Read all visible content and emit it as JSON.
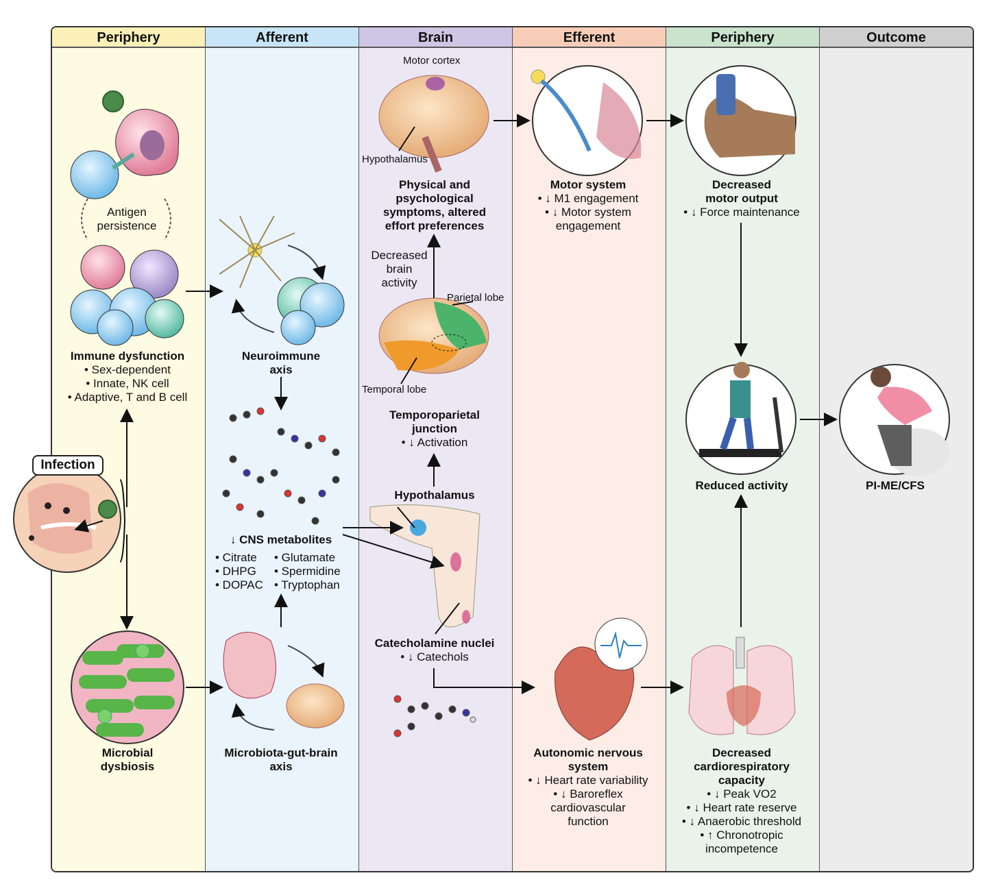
{
  "columns": [
    {
      "header": "Periphery",
      "bg": "#fefbe3",
      "hbg": "#fbf1b8"
    },
    {
      "header": "Afferent",
      "bg": "#eaf4fc",
      "hbg": "#c7e5f6"
    },
    {
      "header": "Brain",
      "bg": "#ebe8f4",
      "hbg": "#cfc6e5"
    },
    {
      "header": "Efferent",
      "bg": "#fdede6",
      "hbg": "#f7cdb8"
    },
    {
      "header": "Periphery",
      "bg": "#e9f3ea",
      "hbg": "#c9e3cc"
    },
    {
      "header": "Outcome",
      "bg": "#ececec",
      "hbg": "#cfcfcf"
    }
  ],
  "infection": "Infection",
  "antigen": [
    "Antigen",
    "persistence"
  ],
  "immune": {
    "title": "Immune dysfunction",
    "items": [
      "• Sex-dependent",
      "• Innate, NK cell",
      "• Adaptive, T and B cell"
    ]
  },
  "microbial": {
    "title": [
      "Microbial",
      "dysbiosis"
    ]
  },
  "neuroimmune": {
    "title": [
      "Neuroimmune",
      "axis"
    ]
  },
  "cns": {
    "title": "↓ CNS metabolites",
    "left": [
      "• Citrate",
      "• DHPG",
      "• DOPAC"
    ],
    "right": [
      "• Glutamate",
      "• Spermidine",
      "• Tryptophan"
    ]
  },
  "gutbrain": {
    "title": [
      "Microbiota-gut-brain",
      "axis"
    ]
  },
  "brain": {
    "motor_cortex": "Motor cortex",
    "hypothalamus_small": "Hypothalamus",
    "symptoms": [
      "Physical and",
      "psychological",
      "symptoms, altered",
      "effort preferences"
    ],
    "decreased": [
      "Decreased",
      "brain",
      "activity"
    ],
    "parietal": "Parietal lobe",
    "temporal": "Temporal lobe",
    "tpj": [
      "Temporoparietal",
      "junction"
    ],
    "tpj_item": "• ↓ Activation",
    "hypothalamus": "Hypothalamus",
    "catechol": "Catecholamine nuclei",
    "catechol_item": "• ↓ Catechols"
  },
  "motor": {
    "title": "Motor system",
    "items": [
      "• ↓ M1 engagement",
      "• ↓ Motor system",
      "engagement"
    ]
  },
  "autonomic": {
    "title": [
      "Autonomic nervous",
      "system"
    ],
    "items": [
      "• ↓ Heart rate variability",
      "• ↓ Baroreflex",
      "cardiovascular",
      "function"
    ]
  },
  "motor_output": {
    "title": [
      "Decreased",
      "motor output"
    ],
    "items": [
      "• ↓ Force maintenance"
    ]
  },
  "reduced": "Reduced activity",
  "cardio": {
    "title": [
      "Decreased",
      "cardiorespiratory",
      "capacity"
    ],
    "items": [
      "• ↓ Peak VO2",
      "• ↓ Heart rate reserve",
      "• ↓ Anaerobic threshold",
      "• ↑ Chronotropic",
      "incompetence"
    ]
  },
  "outcome": "PI-ME/CFS"
}
